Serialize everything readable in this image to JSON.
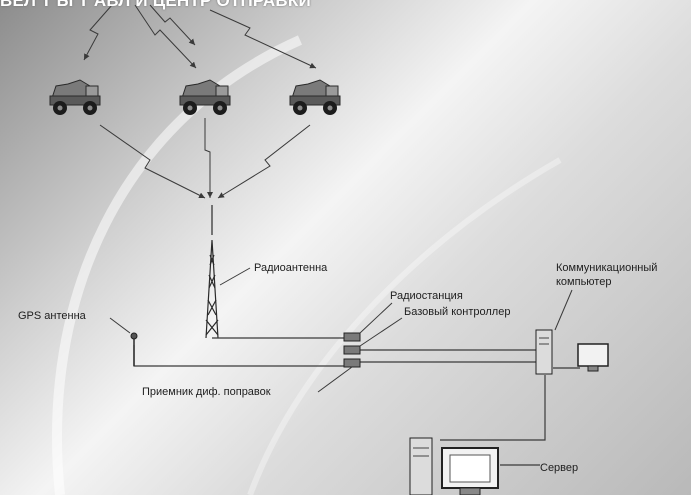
{
  "diagram": {
    "caption": "ВЕЛ Т Ы   Т    АВЛ   И  ЦЕНТР  ОТПРАВКИ      ",
    "labels": {
      "radio_antenna": "Радиоантенна",
      "radio_station": "Радиостанция",
      "base_controller": "Базовый контроллер",
      "gps_antenna": "GPS антенна",
      "diff_receiver": "Приемник диф. поправок",
      "comm_computer_line1": "Коммуникационный",
      "comm_computer_line2": "компьютер",
      "server": "Сервер"
    },
    "trucks": [
      "haul-truck-left",
      "haul-truck-center",
      "haul-truck-right"
    ],
    "colors": {
      "line": "#3a3a3a",
      "device": "#6e6e6e",
      "screen": "#f2f2f2"
    }
  }
}
